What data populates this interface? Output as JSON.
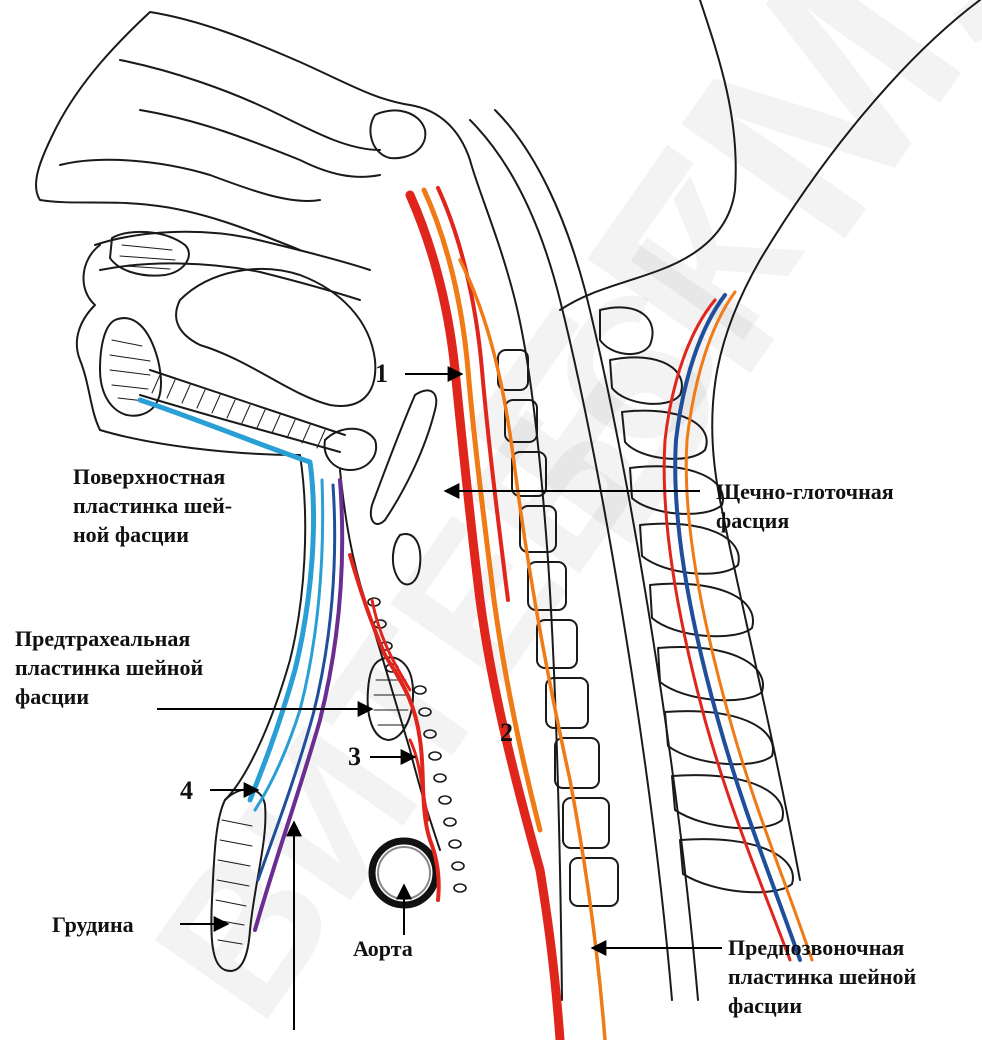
{
  "watermark": {
    "text_a": "ВИТЕБСК",
    "text_b": "БГМУ"
  },
  "labels": {
    "num_1": "1",
    "num_2": "2",
    "num_3": "3",
    "num_4": "4",
    "superficial_lamina": [
      "Поверхностная",
      "пластинка шей-",
      "ной фасции"
    ],
    "buccopharyngeal_fascia": [
      "Щечно-глоточная",
      "фасция"
    ],
    "pretracheal_lamina": [
      "Предтрахеальная",
      "пластинка шейной",
      "фасции"
    ],
    "sternum": "Грудина",
    "aorta": "Аорта",
    "prevertebral_lamina": [
      "Предпозвоночная",
      "пластинка шейной",
      "фасции"
    ]
  },
  "colors": {
    "outline": "#1a1a1a",
    "red_fascia": "#e0261c",
    "orange_fascia": "#f07a16",
    "blue_fascia": "#2a9fd6",
    "navy_fascia": "#1f4f9a",
    "purple_fascia": "#6b2d8f",
    "arrow": "#000000"
  }
}
